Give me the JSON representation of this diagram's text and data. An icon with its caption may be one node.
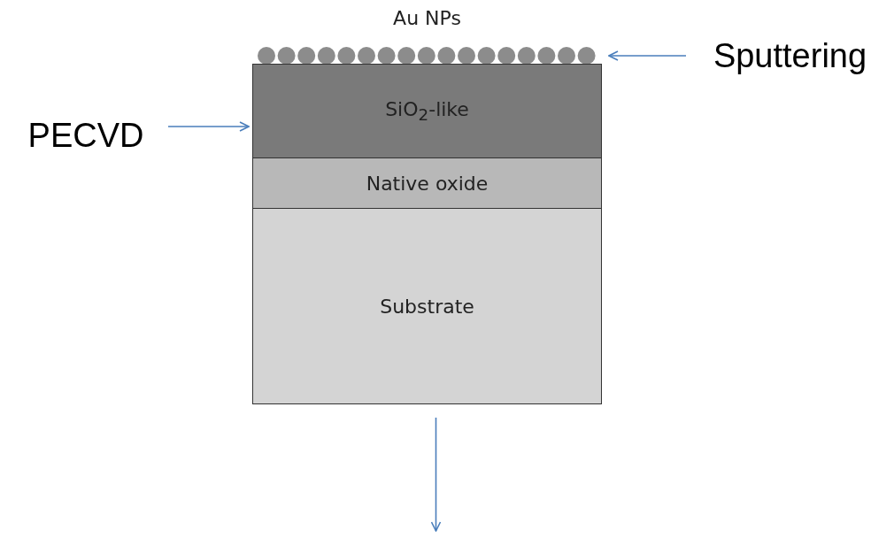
{
  "diagram": {
    "nodes": [
      {
        "text": [
          "Au NPs"
        ]
      },
      {
        "text": [
          "SiO$_{2}$-like"
        ]
      },
      {
        "text": [
          "Native oxide"
        ]
      },
      {
        "text": [
          "Substrate"
        ]
      },
      {
        "text": [
          "PECVD"
        ]
      },
      {
        "text": [
          "Sputtering"
        ]
      }
    ],
    "edges": [
      {
        "from": 4,
        "to": 1,
        "arrow": "to"
      },
      {
        "from": 5,
        "to": 0,
        "arrow": "to"
      },
      {
        "from": 3,
        "to": null,
        "arrow": "to"
      }
    ]
  }
}
